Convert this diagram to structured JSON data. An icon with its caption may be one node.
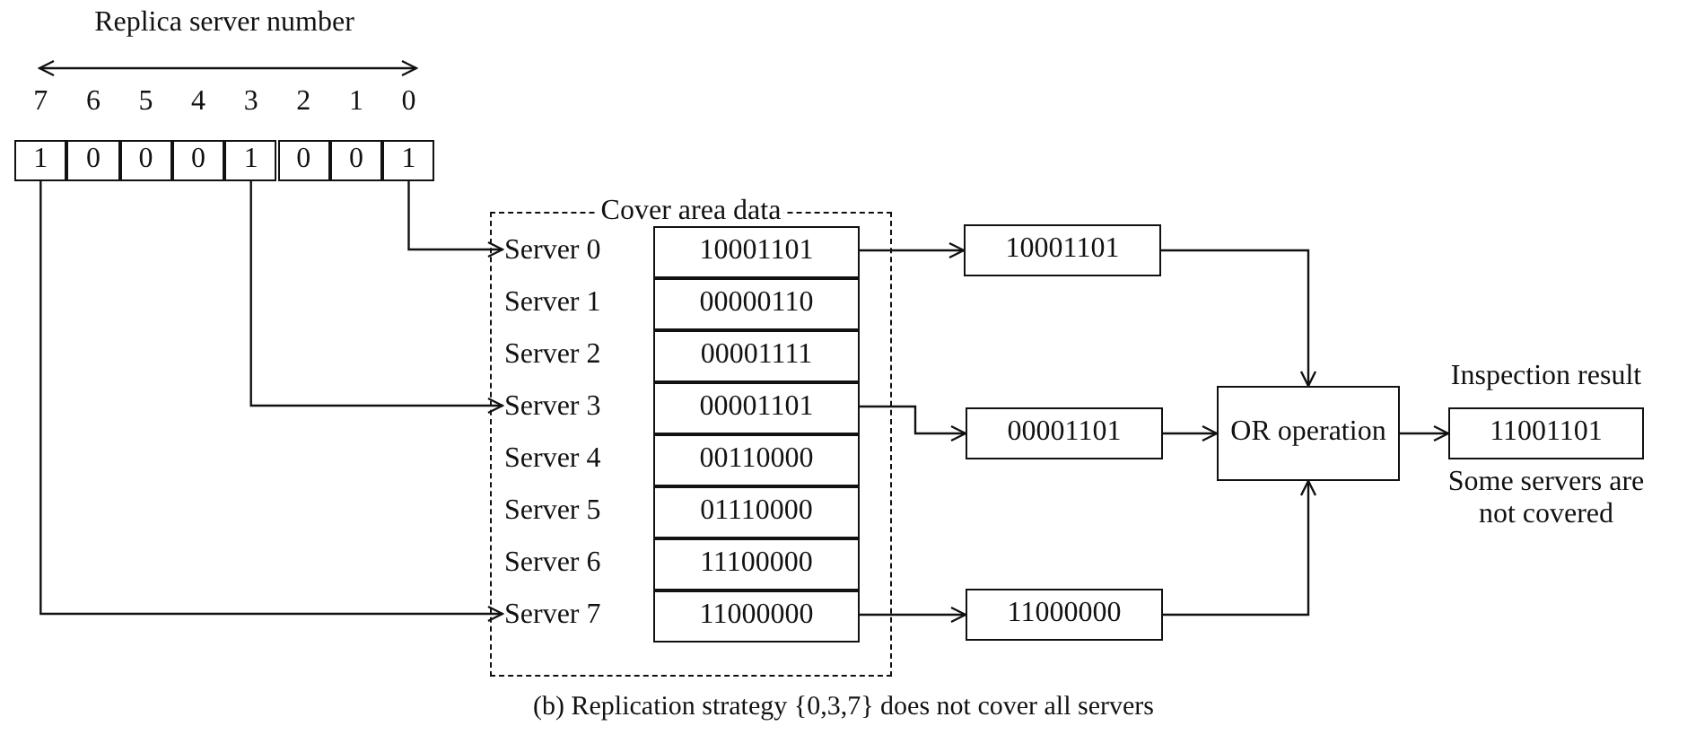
{
  "diagram": {
    "caption": "(b) Replication strategy {0,3,7} does not cover all servers",
    "nodes": [
      {
        "text": [
          "1"
        ]
      },
      {
        "text": [
          "0"
        ]
      },
      {
        "text": [
          "0"
        ]
      },
      {
        "text": [
          "0"
        ]
      },
      {
        "text": [
          "1"
        ]
      },
      {
        "text": [
          "0"
        ]
      },
      {
        "text": [
          "0"
        ]
      },
      {
        "text": [
          "1"
        ]
      },
      {
        "text": [
          "Cover area data"
        ]
      },
      {
        "text": [
          "Server 0"
        ],
        "in": 8
      },
      {
        "text": [
          "10001101"
        ],
        "in": 8
      },
      {
        "text": [
          "Server 1"
        ],
        "in": 8
      },
      {
        "text": [
          "00000110"
        ],
        "in": 8
      },
      {
        "text": [
          "Server 2"
        ],
        "in": 8
      },
      {
        "text": [
          "00001111"
        ],
        "in": 8
      },
      {
        "text": [
          "Server 3"
        ],
        "in": 8
      },
      {
        "text": [
          "00001101"
        ],
        "in": 8
      },
      {
        "text": [
          "Server 4"
        ],
        "in": 8
      },
      {
        "text": [
          "00110000"
        ],
        "in": 8
      },
      {
        "text": [
          "Server 5"
        ],
        "in": 8
      },
      {
        "text": [
          "01110000"
        ],
        "in": 8
      },
      {
        "text": [
          "Server 6"
        ],
        "in": 8
      },
      {
        "text": [
          "11100000"
        ],
        "in": 8
      },
      {
        "text": [
          "Server 7"
        ],
        "in": 8
      },
      {
        "text": [
          "11000000"
        ],
        "in": 8
      },
      {
        "text": [
          "10001101"
        ]
      },
      {
        "text": [
          "00001101"
        ]
      },
      {
        "text": [
          "11000000"
        ]
      },
      {
        "text": [
          "OR operation"
        ]
      },
      {
        "text": [
          "Inspection result",
          "11001101"
        ],
        "beside": [
          "Some servers are not covered"
        ]
      }
    ],
    "edges": [
      {
        "from": 7,
        "to": 9,
        "arrow": "to"
      },
      {
        "from": 4,
        "to": 15,
        "arrow": "to"
      },
      {
        "from": 0,
        "to": 23,
        "arrow": "to"
      },
      {
        "from": 10,
        "to": 25,
        "arrow": "to"
      },
      {
        "from": 16,
        "to": 26,
        "arrow": "to"
      },
      {
        "from": 24,
        "to": 27,
        "arrow": "to"
      },
      {
        "from": 25,
        "to": 28,
        "arrow": "to"
      },
      {
        "from": 26,
        "to": 28,
        "arrow": "to"
      },
      {
        "from": 27,
        "to": 28,
        "arrow": "to"
      },
      {
        "from": 28,
        "to": 29,
        "arrow": "to"
      }
    ],
    "labels": [
      "Replica server number",
      "7",
      "6",
      "5",
      "4",
      "3",
      "2",
      "1",
      "0"
    ]
  }
}
